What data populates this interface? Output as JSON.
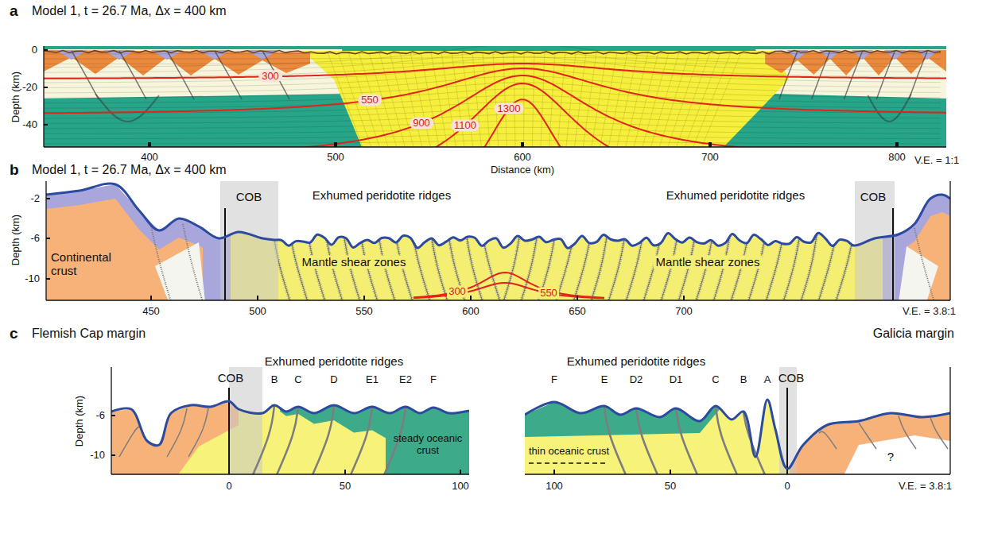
{
  "diagram": {
    "labels": [
      "a",
      "Model 1, t = 26.7 Ma, Δx = 400 km",
      "0",
      "-20",
      "-40",
      "Depth (km)",
      "300",
      "550",
      "900",
      "1100",
      "1300",
      "400",
      "500",
      "600",
      "700",
      "800",
      "Distance (km)",
      "V.E. = 1:1",
      "b",
      "Model 1, t = 26.7 Ma, Δx = 400 km",
      "-2",
      "-6",
      "-10",
      "Depth (km)",
      "COB",
      "Exhumed peridotite ridges",
      "Exhumed peridotite ridges",
      "COB",
      "Continental crust",
      "Mantle shear zones",
      "Mantle shear zones",
      "300",
      "550",
      "450",
      "500",
      "550",
      "600",
      "650",
      "700",
      "V.E. = 3.8:1",
      "c",
      "Flemish Cap margin",
      "Galicia margin",
      "Exhumed peridotite ridges",
      "COB",
      "B",
      "C",
      "D",
      "E1",
      "E2",
      "F",
      "-6",
      "-10",
      "Depth (km)",
      "steady oceanic crust",
      "0",
      "50",
      "100",
      "Exhumed peridotite ridges",
      "F",
      "E",
      "D2",
      "D1",
      "C",
      "B",
      "A",
      "COB",
      "thin oceanic crust",
      "?",
      "100",
      "50",
      "0",
      "V.E. = 3.8:1"
    ]
  }
}
